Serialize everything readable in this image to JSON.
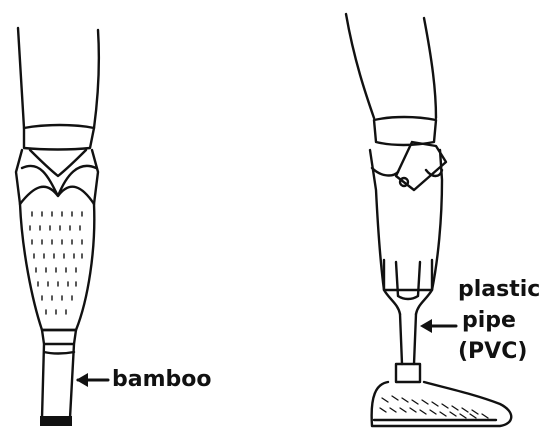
{
  "labels": {
    "bamboo": "bamboo",
    "plastic": "plastic",
    "pipe": "pipe",
    "pvc": "(PVC)"
  },
  "colors": {
    "ink": "#111111",
    "paper": "#ffffff"
  }
}
